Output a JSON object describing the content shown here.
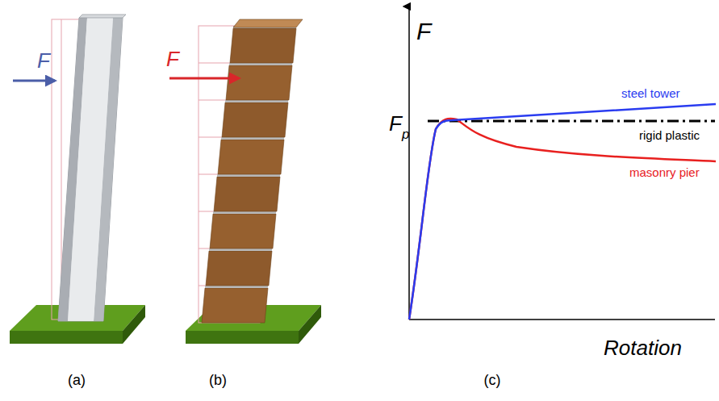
{
  "diagram": {
    "labels": [
      "F",
      "F",
      "F",
      "F",
      "p",
      "steel tower",
      "rigid plastic",
      "masonry pier",
      "Rotation",
      "(a)",
      "(b)",
      "(c)"
    ]
  }
}
